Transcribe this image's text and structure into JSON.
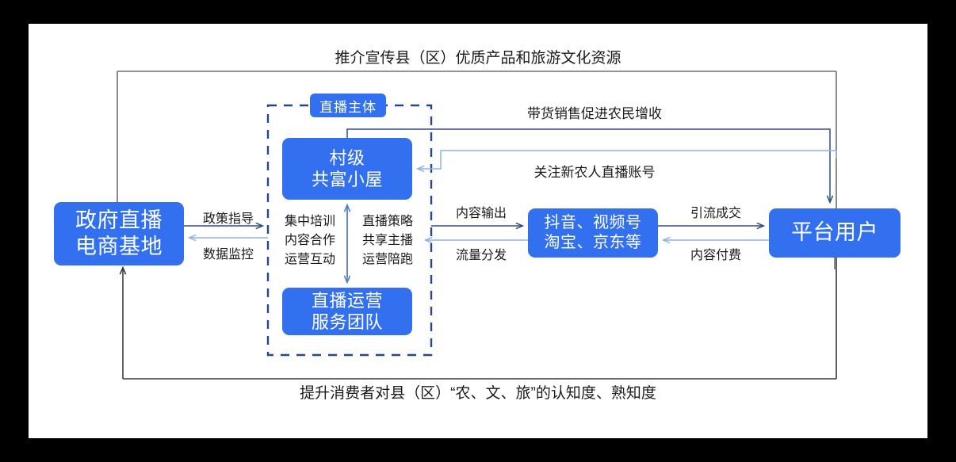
{
  "diagram": {
    "title_top": "推介宣传县（区）优质产品和旅游文化资源",
    "title_bottom": "提升消费者对县（区）“农、文、旅”的认知度、熟知度",
    "group_badge": "直播主体",
    "nodes": {
      "government": "政府直播\n电商基地",
      "village": "村级\n共富小屋",
      "team": "直播运营\n服务团队",
      "platforms": "抖音、视频号\n淘宝、京东等",
      "users": "平台用户"
    },
    "edge_labels": {
      "policy_guidance": "政策指导",
      "data_monitoring": "数据监控",
      "gov_to_subject_col1": "集中培训\n内容合作\n运营互动",
      "subject_col2": "直播策略\n共享主播\n运营陪跑",
      "content_output": "内容输出",
      "traffic_distribution": "流量分发",
      "traffic_conversion": "引流成交",
      "content_payment": "内容付费",
      "sales_increase_income": "带货销售促进农民增收",
      "follow_account": "关注新农人直播账号"
    },
    "colors": {
      "node_fill": "#3370F0",
      "dashed_group_border": "#24478F",
      "arrow_forward": "#2F4F7F",
      "arrow_back": "#8FB4E8",
      "frame_outer": "#6E6E6E",
      "text": "#1a1a1a",
      "page_background": "#000000",
      "sheet_background": "#ffffff"
    }
  }
}
